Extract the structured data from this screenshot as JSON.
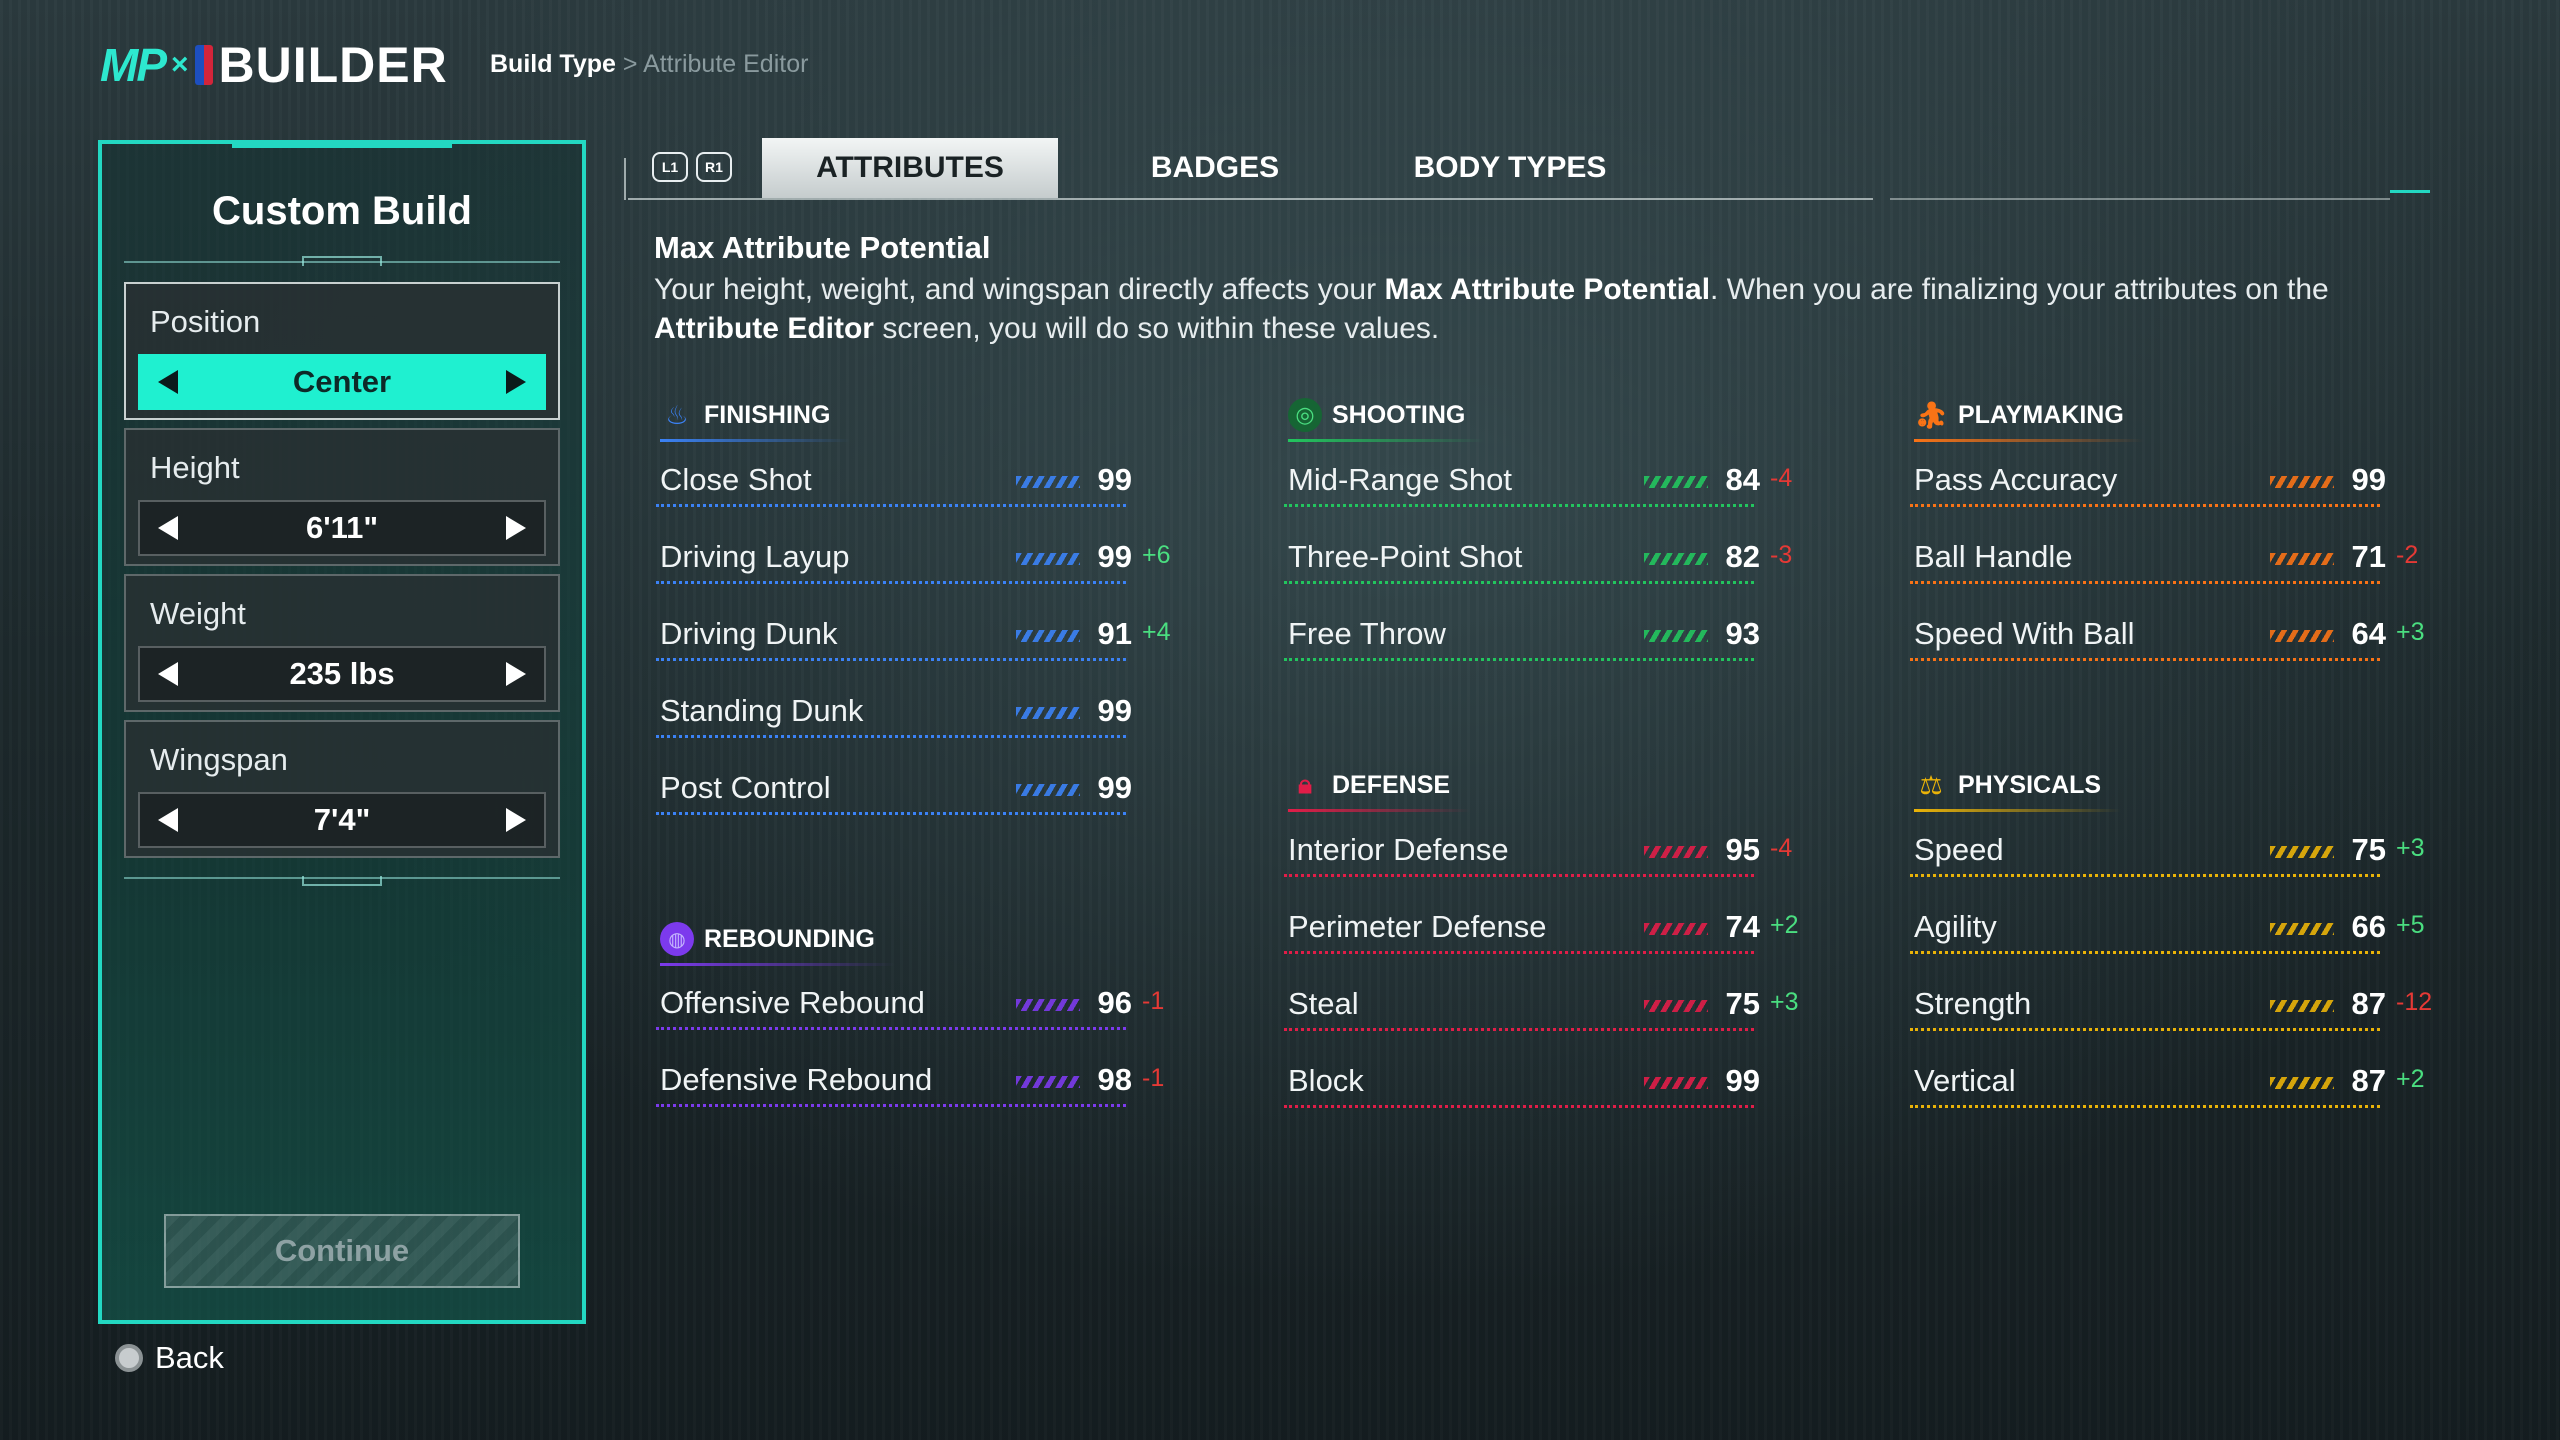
{
  "header": {
    "logo_mp": "MP",
    "logo_x": "×",
    "logo_builder": "BUILDER",
    "breadcrumb_current": "Build Type",
    "breadcrumb_sep": " > ",
    "breadcrumb_next": "Attribute Editor"
  },
  "panel": {
    "title": "Custom Build",
    "fields": [
      {
        "label": "Position",
        "value": "Center"
      },
      {
        "label": "Height",
        "value": "6'11\""
      },
      {
        "label": "Weight",
        "value": "235 lbs"
      },
      {
        "label": "Wingspan",
        "value": "7'4\""
      }
    ],
    "continue_label": "Continue",
    "back_label": "Back"
  },
  "tabs": {
    "bumper_left": "L1",
    "bumper_right": "R1",
    "items": [
      "ATTRIBUTES",
      "BADGES",
      "BODY TYPES"
    ],
    "active": "ATTRIBUTES"
  },
  "description": {
    "title": "Max Attribute Potential",
    "text_1": "Your height, weight, and wingspan directly affects your ",
    "bold_1": "Max Attribute Potential",
    "text_2": ". When you are finalizing your attributes on the ",
    "bold_2": "Attribute Editor",
    "text_3": " screen, you will do so within these values."
  },
  "sections": {
    "finishing": {
      "title": "FINISHING",
      "color": "#3b82f6",
      "rows": [
        {
          "name": "Close Shot",
          "value": "99",
          "delta": ""
        },
        {
          "name": "Driving Layup",
          "value": "99",
          "delta": "+6"
        },
        {
          "name": "Driving Dunk",
          "value": "91",
          "delta": "+4"
        },
        {
          "name": "Standing Dunk",
          "value": "99",
          "delta": ""
        },
        {
          "name": "Post Control",
          "value": "99",
          "delta": ""
        }
      ]
    },
    "rebounding": {
      "title": "REBOUNDING",
      "color": "#7c3aed",
      "rows": [
        {
          "name": "Offensive Rebound",
          "value": "96",
          "delta": "-1"
        },
        {
          "name": "Defensive Rebound",
          "value": "98",
          "delta": "-1"
        }
      ]
    },
    "shooting": {
      "title": "SHOOTING",
      "color": "#22c55e",
      "rows": [
        {
          "name": "Mid-Range Shot",
          "value": "84",
          "delta": "-4"
        },
        {
          "name": "Three-Point Shot",
          "value": "82",
          "delta": "-3"
        },
        {
          "name": "Free Throw",
          "value": "93",
          "delta": ""
        }
      ]
    },
    "defense": {
      "title": "DEFENSE",
      "color": "#e11d48",
      "rows": [
        {
          "name": "Interior Defense",
          "value": "95",
          "delta": "-4"
        },
        {
          "name": "Perimeter Defense",
          "value": "74",
          "delta": "+2"
        },
        {
          "name": "Steal",
          "value": "75",
          "delta": "+3"
        },
        {
          "name": "Block",
          "value": "99",
          "delta": ""
        }
      ]
    },
    "playmaking": {
      "title": "PLAYMAKING",
      "color": "#f97316",
      "rows": [
        {
          "name": "Pass Accuracy",
          "value": "99",
          "delta": ""
        },
        {
          "name": "Ball Handle",
          "value": "71",
          "delta": "-2"
        },
        {
          "name": "Speed With Ball",
          "value": "64",
          "delta": "+3"
        }
      ]
    },
    "physicals": {
      "title": "PHYSICALS",
      "color": "#eab308",
      "rows": [
        {
          "name": "Speed",
          "value": "75",
          "delta": "+3"
        },
        {
          "name": "Agility",
          "value": "66",
          "delta": "+5"
        },
        {
          "name": "Strength",
          "value": "87",
          "delta": "-12"
        },
        {
          "name": "Vertical",
          "value": "87",
          "delta": "+2"
        }
      ]
    }
  },
  "icons": {
    "finishing": "basketball-hoop-icon",
    "rebounding": "basketball-icon",
    "shooting": "target-icon",
    "defense": "lock-icon",
    "playmaking": "player-dribble-icon",
    "physicals": "dumbbell-icon"
  }
}
